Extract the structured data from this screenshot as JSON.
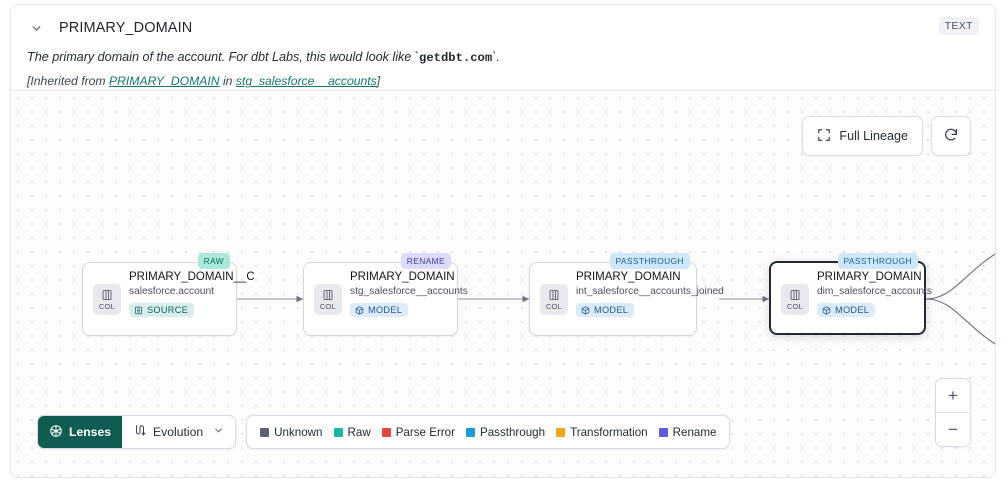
{
  "header": {
    "collapse_icon": "chevron-down-icon",
    "column_name": "PRIMARY_DOMAIN",
    "type_badge": "TEXT",
    "description_prefix": "The primary domain of the account. For dbt Labs, this would look like `",
    "description_code": "getdbt.com",
    "description_suffix": "`.",
    "inherited_prefix": "[Inherited from ",
    "inherited_link": "PRIMARY_DOMAIN",
    "inherited_middle": " in ",
    "inherited_source": "stg_salesforce__accounts",
    "inherited_suffix": "]"
  },
  "toolbar": {
    "full_lineage_label": "Full Lineage",
    "full_lineage_icon": "expand-icon",
    "refresh_icon": "refresh-icon",
    "zoom_in_label": "+",
    "zoom_out_label": "−"
  },
  "lenses": {
    "lenses_label": "Lenses",
    "lenses_icon": "aperture-icon",
    "evolution_label": "Evolution",
    "evolution_icon": "evolution-icon",
    "caret_icon": "chevron-down-icon"
  },
  "legend": {
    "items": [
      {
        "label": "Unknown",
        "color": "#5a6472"
      },
      {
        "label": "Raw",
        "color": "#17b8a6"
      },
      {
        "label": "Parse Error",
        "color": "#e4453f"
      },
      {
        "label": "Passthrough",
        "color": "#1b9bd8"
      },
      {
        "label": "Transformation",
        "color": "#f2a517"
      },
      {
        "label": "Rename",
        "color": "#5b5be0"
      }
    ]
  },
  "graph": {
    "chip_icon": "column-icon",
    "chip_label": "COL",
    "nodes": [
      {
        "column": "PRIMARY_DOMAIN__C",
        "table": "salesforce.account",
        "kind_label": "SOURCE",
        "kind_icon": "database-icon",
        "tag": "RAW",
        "selected": false
      },
      {
        "column": "PRIMARY_DOMAIN",
        "table": "stg_salesforce__accounts",
        "kind_label": "MODEL",
        "kind_icon": "cube-icon",
        "tag": "RENAME",
        "selected": false
      },
      {
        "column": "PRIMARY_DOMAIN",
        "table": "int_salesforce__accounts_joined",
        "kind_label": "MODEL",
        "kind_icon": "cube-icon",
        "tag": "PASSTHROUGH",
        "selected": false
      },
      {
        "column": "PRIMARY_DOMAIN",
        "table": "dim_salesforce_accounts",
        "kind_label": "MODEL",
        "kind_icon": "cube-icon",
        "tag": "PASSTHROUGH",
        "selected": true
      }
    ]
  }
}
